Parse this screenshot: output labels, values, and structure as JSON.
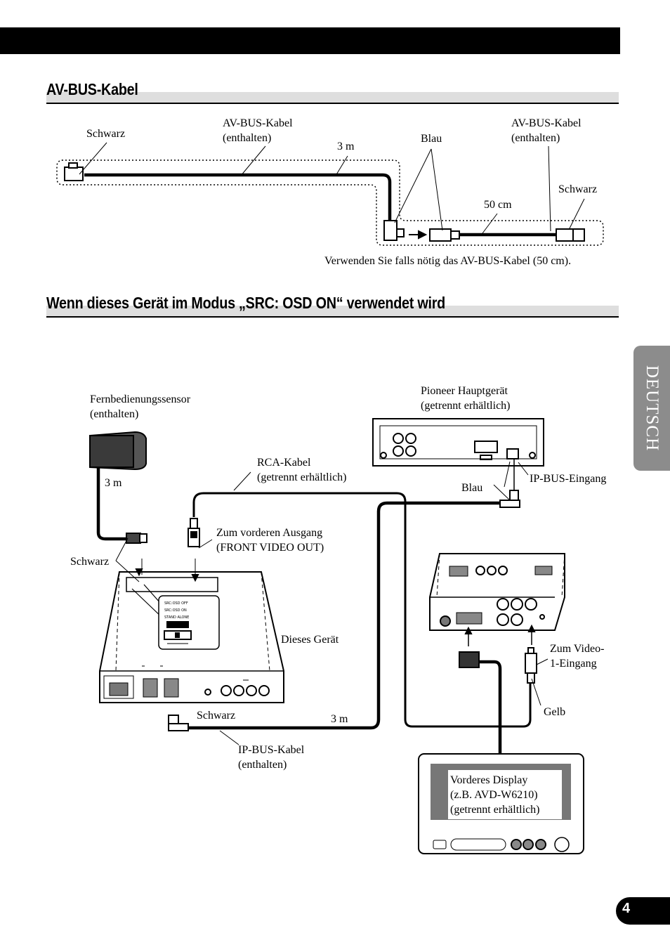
{
  "section1": {
    "title": "AV-BUS-Kabel",
    "labels": {
      "schwarz_left": "Schwarz",
      "avbus_cable_1": "AV-BUS-Kabel\n(enthalten)",
      "length_3m": "3 m",
      "blau": "Blau",
      "avbus_cable_2": "AV-BUS-Kabel\n(enthalten)",
      "schwarz_right": "Schwarz",
      "length_50cm": "50 cm",
      "note": "Verwenden Sie falls nötig das AV-BUS-Kabel (50 cm)."
    }
  },
  "section2": {
    "title": "Wenn dieses Gerät im Modus „SRC: OSD ON“ verwendet wird",
    "labels": {
      "remote_sensor": "Fernbedienungssensor\n(enthalten)",
      "head_unit": "Pioneer Hauptgerät\n(getrennt erhältlich)",
      "rca_cable": "RCA-Kabel\n(getrennt erhältlich)",
      "sensor_length": "3 m",
      "blau": "Blau",
      "ipbus_input": "IP-BUS-Eingang",
      "front_out": "Zum vorderen Ausgang\n(FRONT VIDEO OUT)",
      "schwarz_1": "Schwarz",
      "this_unit": "Dieses Gerät",
      "video1_input": "Zum Video-\n1-Eingang",
      "schwarz_2": "Schwarz",
      "ipbus_length": "3 m",
      "gelb": "Gelb",
      "ipbus_cable": "IP-BUS-Kabel\n(enthalten)",
      "front_display": "Vorderes Display\n(z.B. AVD-W6210)\n(getrennt erhältlich)"
    },
    "switch_labels": [
      "SRC:OSD OFF",
      "SRC:OSD ON",
      "STAND ALONE"
    ]
  },
  "sidetab": "DEUTSCH",
  "page_number": "4"
}
